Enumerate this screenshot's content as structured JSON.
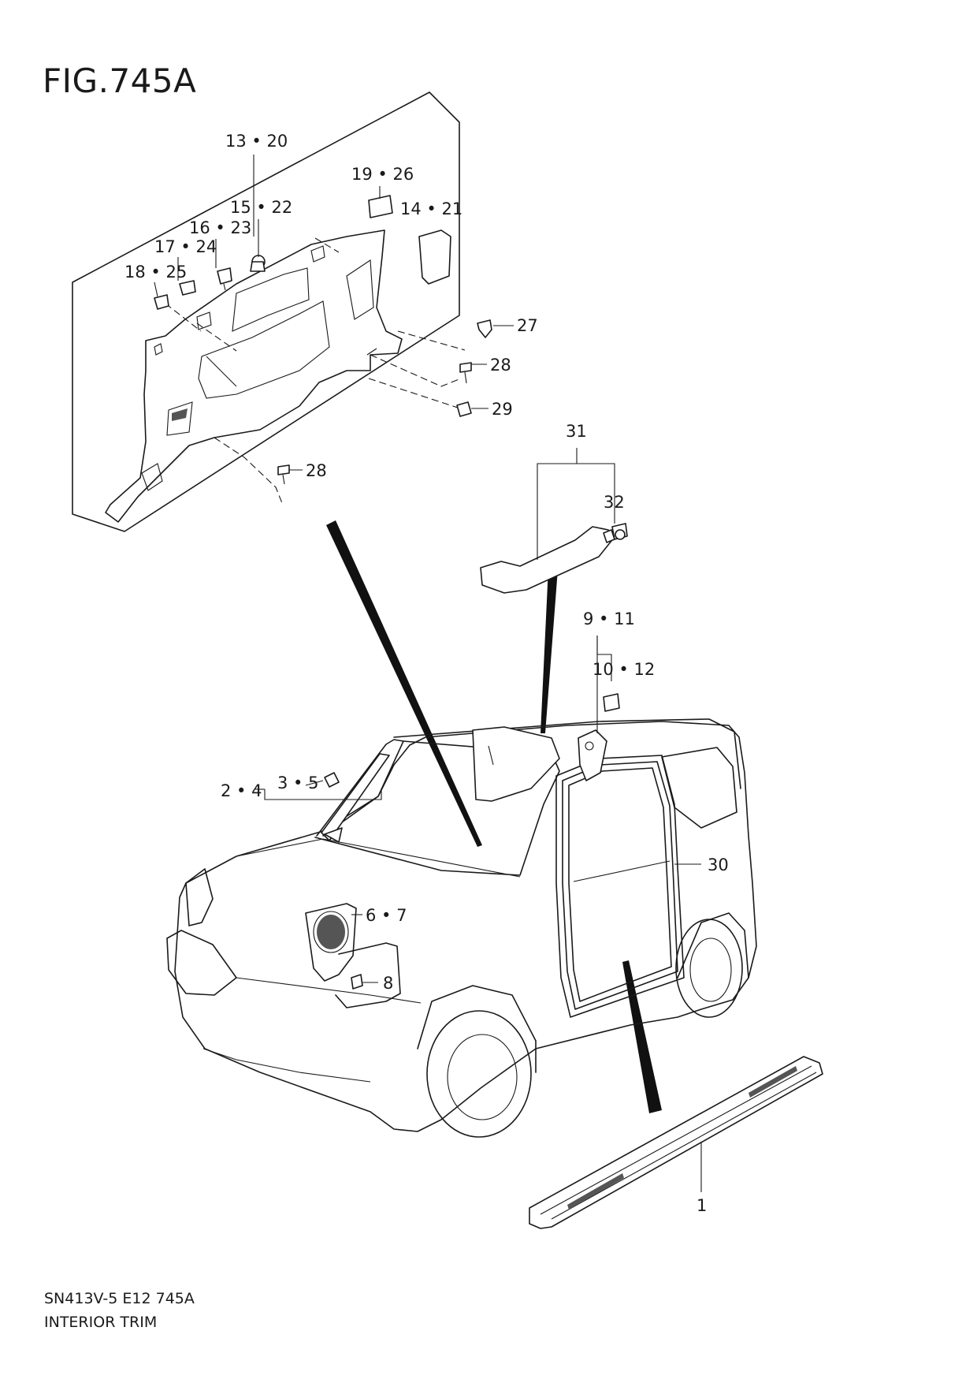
{
  "figure": {
    "title": "FIG.745A",
    "footer_code": "SN413V-5 E12 745A",
    "footer_name": "INTERIOR TRIM"
  },
  "callouts": [
    {
      "id": "c-13-20",
      "text": "13 • 20"
    },
    {
      "id": "c-19-26",
      "text": "19 • 26"
    },
    {
      "id": "c-15-22",
      "text": "15 • 22"
    },
    {
      "id": "c-14-21",
      "text": "14 • 21"
    },
    {
      "id": "c-16-23",
      "text": "16 • 23"
    },
    {
      "id": "c-17-24",
      "text": "17 • 24"
    },
    {
      "id": "c-18-25",
      "text": "18 • 25"
    },
    {
      "id": "c-27",
      "text": "27"
    },
    {
      "id": "c-28a",
      "text": "28"
    },
    {
      "id": "c-29",
      "text": "29"
    },
    {
      "id": "c-28b",
      "text": "28"
    },
    {
      "id": "c-31",
      "text": "31"
    },
    {
      "id": "c-32",
      "text": "32"
    },
    {
      "id": "c-9-11",
      "text": "9 • 11"
    },
    {
      "id": "c-10-12",
      "text": "10 • 12"
    },
    {
      "id": "c-3-5",
      "text": "3 • 5"
    },
    {
      "id": "c-2-4",
      "text": "2 • 4"
    },
    {
      "id": "c-30",
      "text": "30"
    },
    {
      "id": "c-6-7",
      "text": "6 • 7"
    },
    {
      "id": "c-8",
      "text": "8"
    },
    {
      "id": "c-1",
      "text": "1"
    }
  ]
}
